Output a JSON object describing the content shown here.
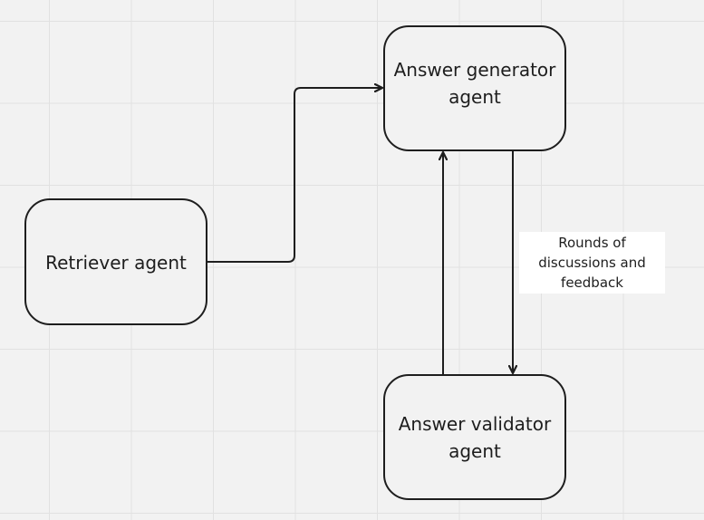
{
  "diagram": {
    "nodes": [
      {
        "id": "retriever",
        "label": "Retriever agent"
      },
      {
        "id": "generator",
        "label": "Answer generator agent"
      },
      {
        "id": "validator",
        "label": "Answer validator agent"
      }
    ],
    "edges": [
      {
        "from": "retriever",
        "to": "generator",
        "label": ""
      },
      {
        "from": "generator",
        "to": "validator",
        "label": "Rounds of discussions and feedback"
      },
      {
        "from": "validator",
        "to": "generator",
        "label": ""
      }
    ],
    "colors": {
      "background": "#f2f2f2",
      "grid": "#e1e1e1",
      "stroke": "#1e1e1e",
      "label_background": "#ffffff"
    }
  }
}
